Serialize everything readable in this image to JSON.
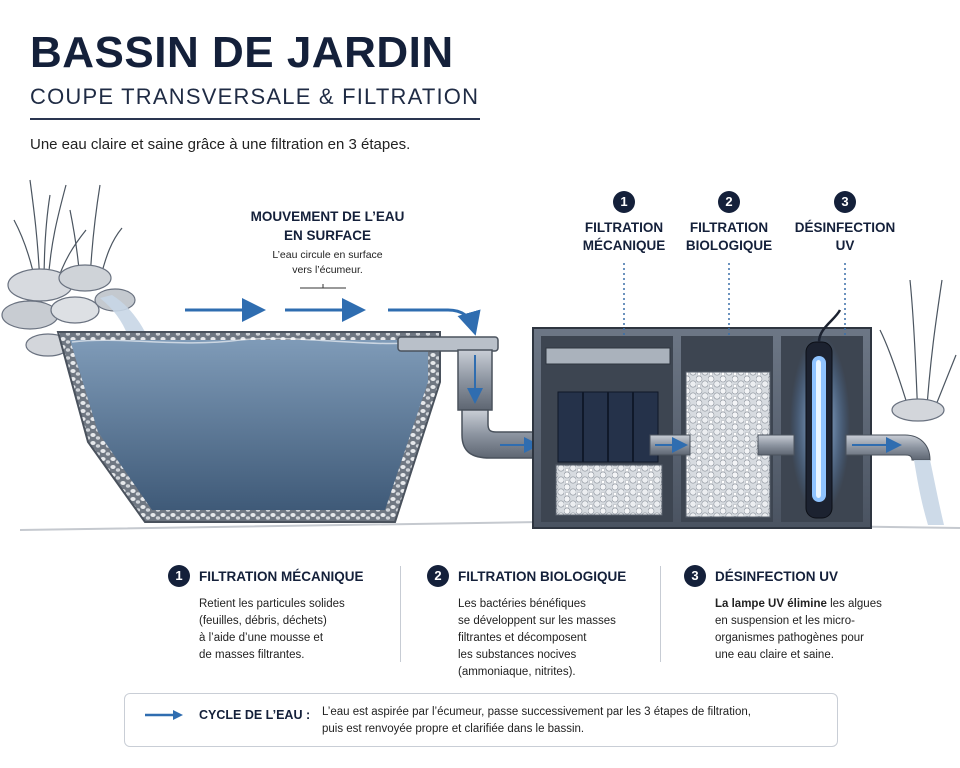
{
  "header": {
    "title": "BASSIN DE JARDIN",
    "subtitle": "COUPE TRANSVERSALE & FILTRATION",
    "intro": "Une eau claire et saine grâce à une filtration en 3 étapes."
  },
  "surface_flow": {
    "title_line1": "MOUVEMENT DE L’EAU",
    "title_line2": "EN SURFACE",
    "desc_line1": "L’eau circule en surface",
    "desc_line2": "vers l’écumeur."
  },
  "stages": [
    {
      "num": "1",
      "line1": "FILTRATION",
      "line2": "MÉCANIQUE"
    },
    {
      "num": "2",
      "line1": "FILTRATION",
      "line2": "BIOLOGIQUE"
    },
    {
      "num": "3",
      "line1": "DÉSINFECTION",
      "line2": "UV"
    }
  ],
  "cards": [
    {
      "num": "1",
      "title": "FILTRATION MÉCANIQUE",
      "text": [
        "Retient les particules solides",
        "(feuilles, débris, déchets)",
        "à l’aide d’une mousse et",
        "de masses filtrantes."
      ]
    },
    {
      "num": "2",
      "title": "FILTRATION BIOLOGIQUE",
      "text": [
        "Les bactéries bénéfiques",
        "se développent sur les masses",
        "filtrantes et décomposent",
        "les substances nocives",
        "(ammoniaque, nitrites)."
      ]
    },
    {
      "num": "3",
      "title": "DÉSINFECTION UV",
      "text_bold": "La lampe UV",
      "text_bold2": "élimine",
      "text_rest1": " les algues",
      "text": [
        "en suspension et les micro-",
        "organismes pathogènes pour",
        "une eau claire et saine."
      ]
    }
  ],
  "cycle": {
    "label": "CYCLE DE L’EAU :",
    "line1": "L’eau est aspirée par l’écumeur, passe successivement par les 3 étapes de filtration,",
    "line2": "puis est renvoyée propre et clarifiée dans le bassin."
  },
  "colors": {
    "navy": "#14203a",
    "water": "#5d7997",
    "arrow": "#2f6db0",
    "uv": "#8fc3ff"
  }
}
